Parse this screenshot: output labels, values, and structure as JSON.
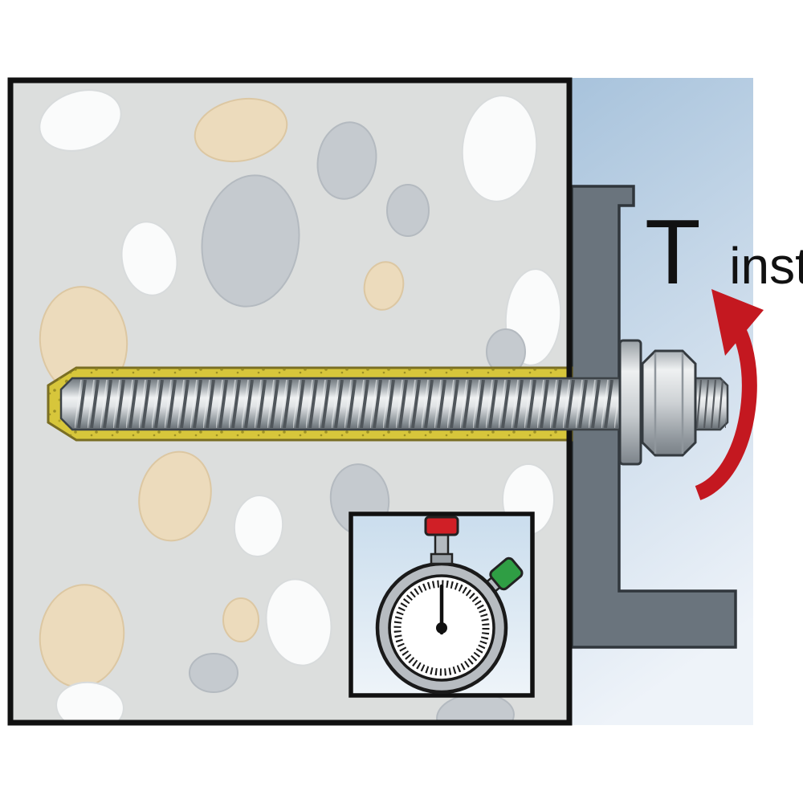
{
  "figure": {
    "name": "anchor-installation-torque-diagram",
    "torque_label": {
      "symbol": "T",
      "subscript": "inst"
    }
  },
  "icons": {
    "rotation_arrow": "torque-rotation-arrow-icon",
    "curing_timer": "stopwatch-icon"
  },
  "colors": {
    "frame": "#111111",
    "concrete": "#dcdedd",
    "stone_white": "#fafbfb",
    "stone_gray": "#c5cacf",
    "stone_tan": "#ecdbbc",
    "resin_yellow": "#d7c63b",
    "resin_speckle": "#8f831f",
    "rod_metal": "#c6cbcf",
    "thread_dark": "#50565b",
    "fixture_gray": "#6a747d",
    "washer_metal": "#c8cdd0",
    "nut_metal": "#cdd1d4",
    "arrow_red": "#c41820",
    "bg_blue_top": "#a8c3dc",
    "bg_blue_bottom": "#eef3f9",
    "inset_bg_top": "#cadded",
    "inset_bg_bottom": "#eef4f9",
    "watch_ring": "#b7bcc1",
    "watch_face": "#ffffff",
    "button_red": "#d01f26",
    "button_green": "#2f9e44",
    "label_text": "#111111"
  }
}
